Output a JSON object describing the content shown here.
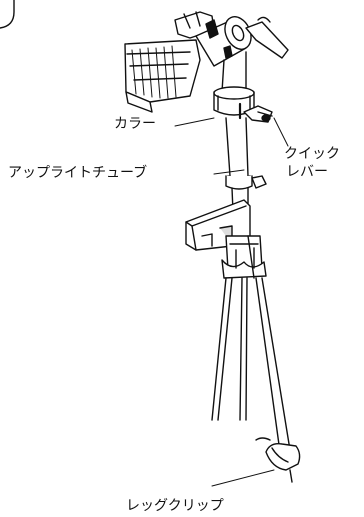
{
  "labels": {
    "collar": "カラー",
    "upright_tube": "アップライトチューブ",
    "quick_lever_line1": "クイック",
    "quick_lever_line2": "レバー",
    "leg_clip": "レッグクリップ"
  }
}
